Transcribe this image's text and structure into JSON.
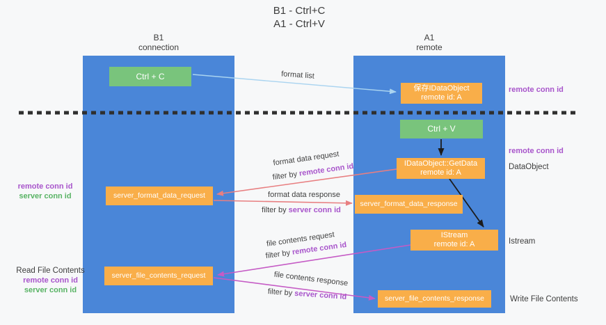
{
  "title": {
    "line1": "B1 - Ctrl+C",
    "line2": "A1 - Ctrl+V"
  },
  "columns": {
    "left": {
      "name": "B1",
      "role": "connection"
    },
    "right": {
      "name": "A1",
      "role": "remote"
    }
  },
  "nodes": {
    "ctrl_c": {
      "label": "Ctrl + C"
    },
    "ctrl_v": {
      "label": "Ctrl + V"
    },
    "save_dataobject": {
      "line1": "保存IDataObject",
      "line2": "remote id: A"
    },
    "getdata": {
      "line1": "IDataObject::GetData",
      "line2": "remote id: A"
    },
    "istream": {
      "line1": "IStream",
      "line2": "remote id: A"
    },
    "server_format_data_request": {
      "label": "server_format_data_request"
    },
    "server_format_data_response": {
      "label": "server_format_data_response"
    },
    "server_file_contents_request": {
      "label": "server_file_contents_request"
    },
    "server_file_contents_response": {
      "label": "server_file_contents_response"
    }
  },
  "strings": {
    "remote_conn_id": "remote conn id",
    "server_conn_id": "server conn id",
    "filter_by": "filter by "
  },
  "arrow_labels": {
    "format_list": "format list",
    "format_data_request": "format data request",
    "format_data_response": "format data response",
    "file_contents_request": "file contents request",
    "file_contents_response": "file contents response"
  },
  "side_labels": {
    "dataobject": "DataObject",
    "istream": "Istream",
    "read_file_contents": "Read File Contents",
    "write_file_contents": "Write File Contents"
  },
  "colors": {
    "bg": "#f7f8f9",
    "column_blue": "#4a86d8",
    "node_green": "#79c47c",
    "node_orange": "#f9ae49",
    "arrow_blue": "#aad4f0",
    "arrow_black": "#1c1c1c",
    "arrow_salmon": "#e87f81",
    "arrow_magenta": "#c55bc5",
    "text_purple": "#a855cb",
    "text_green": "#58b364",
    "text_dark": "#3d3d3d",
    "dash": "#2f2f2f",
    "node_text": "#ffffff"
  }
}
